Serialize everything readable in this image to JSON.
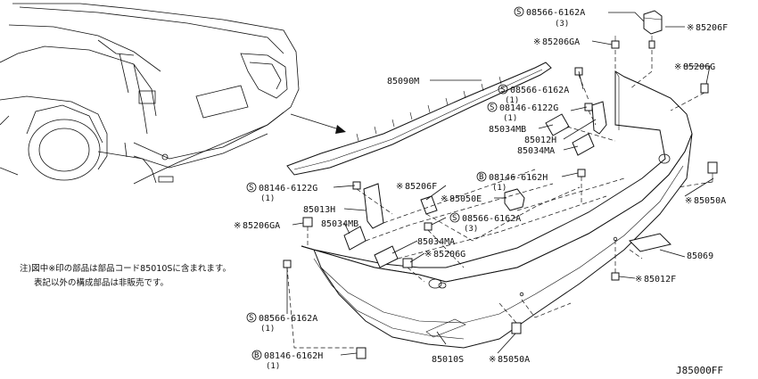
{
  "labels": {
    "s_08566_top": "08566-6162A",
    "s_08566_top_qty": "(3)",
    "p_85206F_top": "85206F",
    "p_85206GA_top": "85206GA",
    "p_85206G_right": "85206G",
    "p_85090M": "85090M",
    "s_08566_mid": "08566-6162A",
    "s_08566_mid_qty": "(1)",
    "s_08146_mid": "08146-6122G",
    "s_08146_mid_qty": "(1)",
    "p_85034MB_r": "85034MB",
    "p_85012H": "85012H",
    "p_85034MA_r": "85034MA",
    "b_08146_6162H_mid": "08146-6162H",
    "b_08146_6162H_mid_qty": "(1)",
    "p_85050A_right": "85050A",
    "s_08146_left": "08146-6122G",
    "s_08146_left_qty": "(1)",
    "p_85206F_mid": "85206F",
    "p_85050E": "85050E",
    "p_85013H": "85013H",
    "s_08566_center": "08566-6162A",
    "s_08566_center_qty": "(3)",
    "p_85034MB_l": "85034MB",
    "p_85206GA_left": "85206GA",
    "p_85034MA_l": "85034MA",
    "p_85206G_center": "85206G",
    "p_85069": "85069",
    "p_85012F": "85012F",
    "s_08566_bottom": "08566-6162A",
    "s_08566_bottom_qty": "(1)",
    "b_08146_bottom": "08146-6162H",
    "b_08146_bottom_qty": "(1)",
    "p_85010S": "85010S",
    "p_85050A_bottom": "85050A"
  },
  "symbols": {
    "screw_s": "S",
    "bolt_b": "B",
    "ref_mark": "※"
  },
  "note": {
    "line1": "注)図中※印の部品は部品コード85010Sに含まれます。",
    "line2": "表記以外の構成部品は非販売です。"
  },
  "footer": {
    "diagram_code": "J85000FF"
  }
}
